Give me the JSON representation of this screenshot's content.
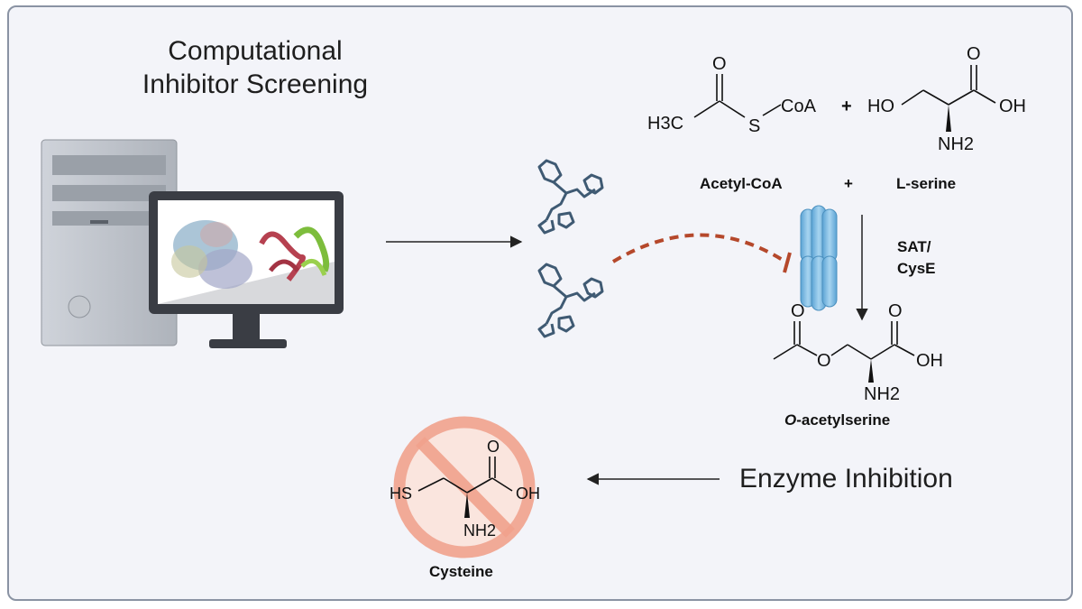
{
  "title": {
    "line1": "Computational",
    "line2": "Inhibitor Screening"
  },
  "reactants": {
    "acetyl_coa_label": "Acetyl-CoA",
    "plus": "+",
    "serine_label": "L-serine",
    "acetyl_coa_atoms": {
      "h3c": "H3C",
      "s": "S",
      "coa": "CoA",
      "o": "O"
    },
    "serine_atoms": {
      "ho": "HO",
      "o": "O",
      "oh": "OH",
      "nh2": "NH2"
    }
  },
  "enzyme": {
    "label_line1": "SAT/",
    "label_line2": "CysE"
  },
  "product": {
    "label_italic": "O",
    "label_rest": "-acetylserine",
    "atoms": {
      "o_top": "O",
      "o_ring": "O",
      "o_acid": "O",
      "oh": "OH",
      "nh2": "NH2"
    }
  },
  "inhibition": {
    "label": "Enzyme Inhibition"
  },
  "cysteine": {
    "label": "Cysteine",
    "atoms": {
      "hs": "HS",
      "o": "O",
      "oh": "OH",
      "nh2": "NH2"
    }
  },
  "colors": {
    "background": "#f3f4f9",
    "border": "#8a93a3",
    "inhibitor_arrow": "#b5482b",
    "enzyme": "#79b9e0",
    "molecule_outline": "#3f5a73",
    "no_sign": "#f1a28d"
  }
}
